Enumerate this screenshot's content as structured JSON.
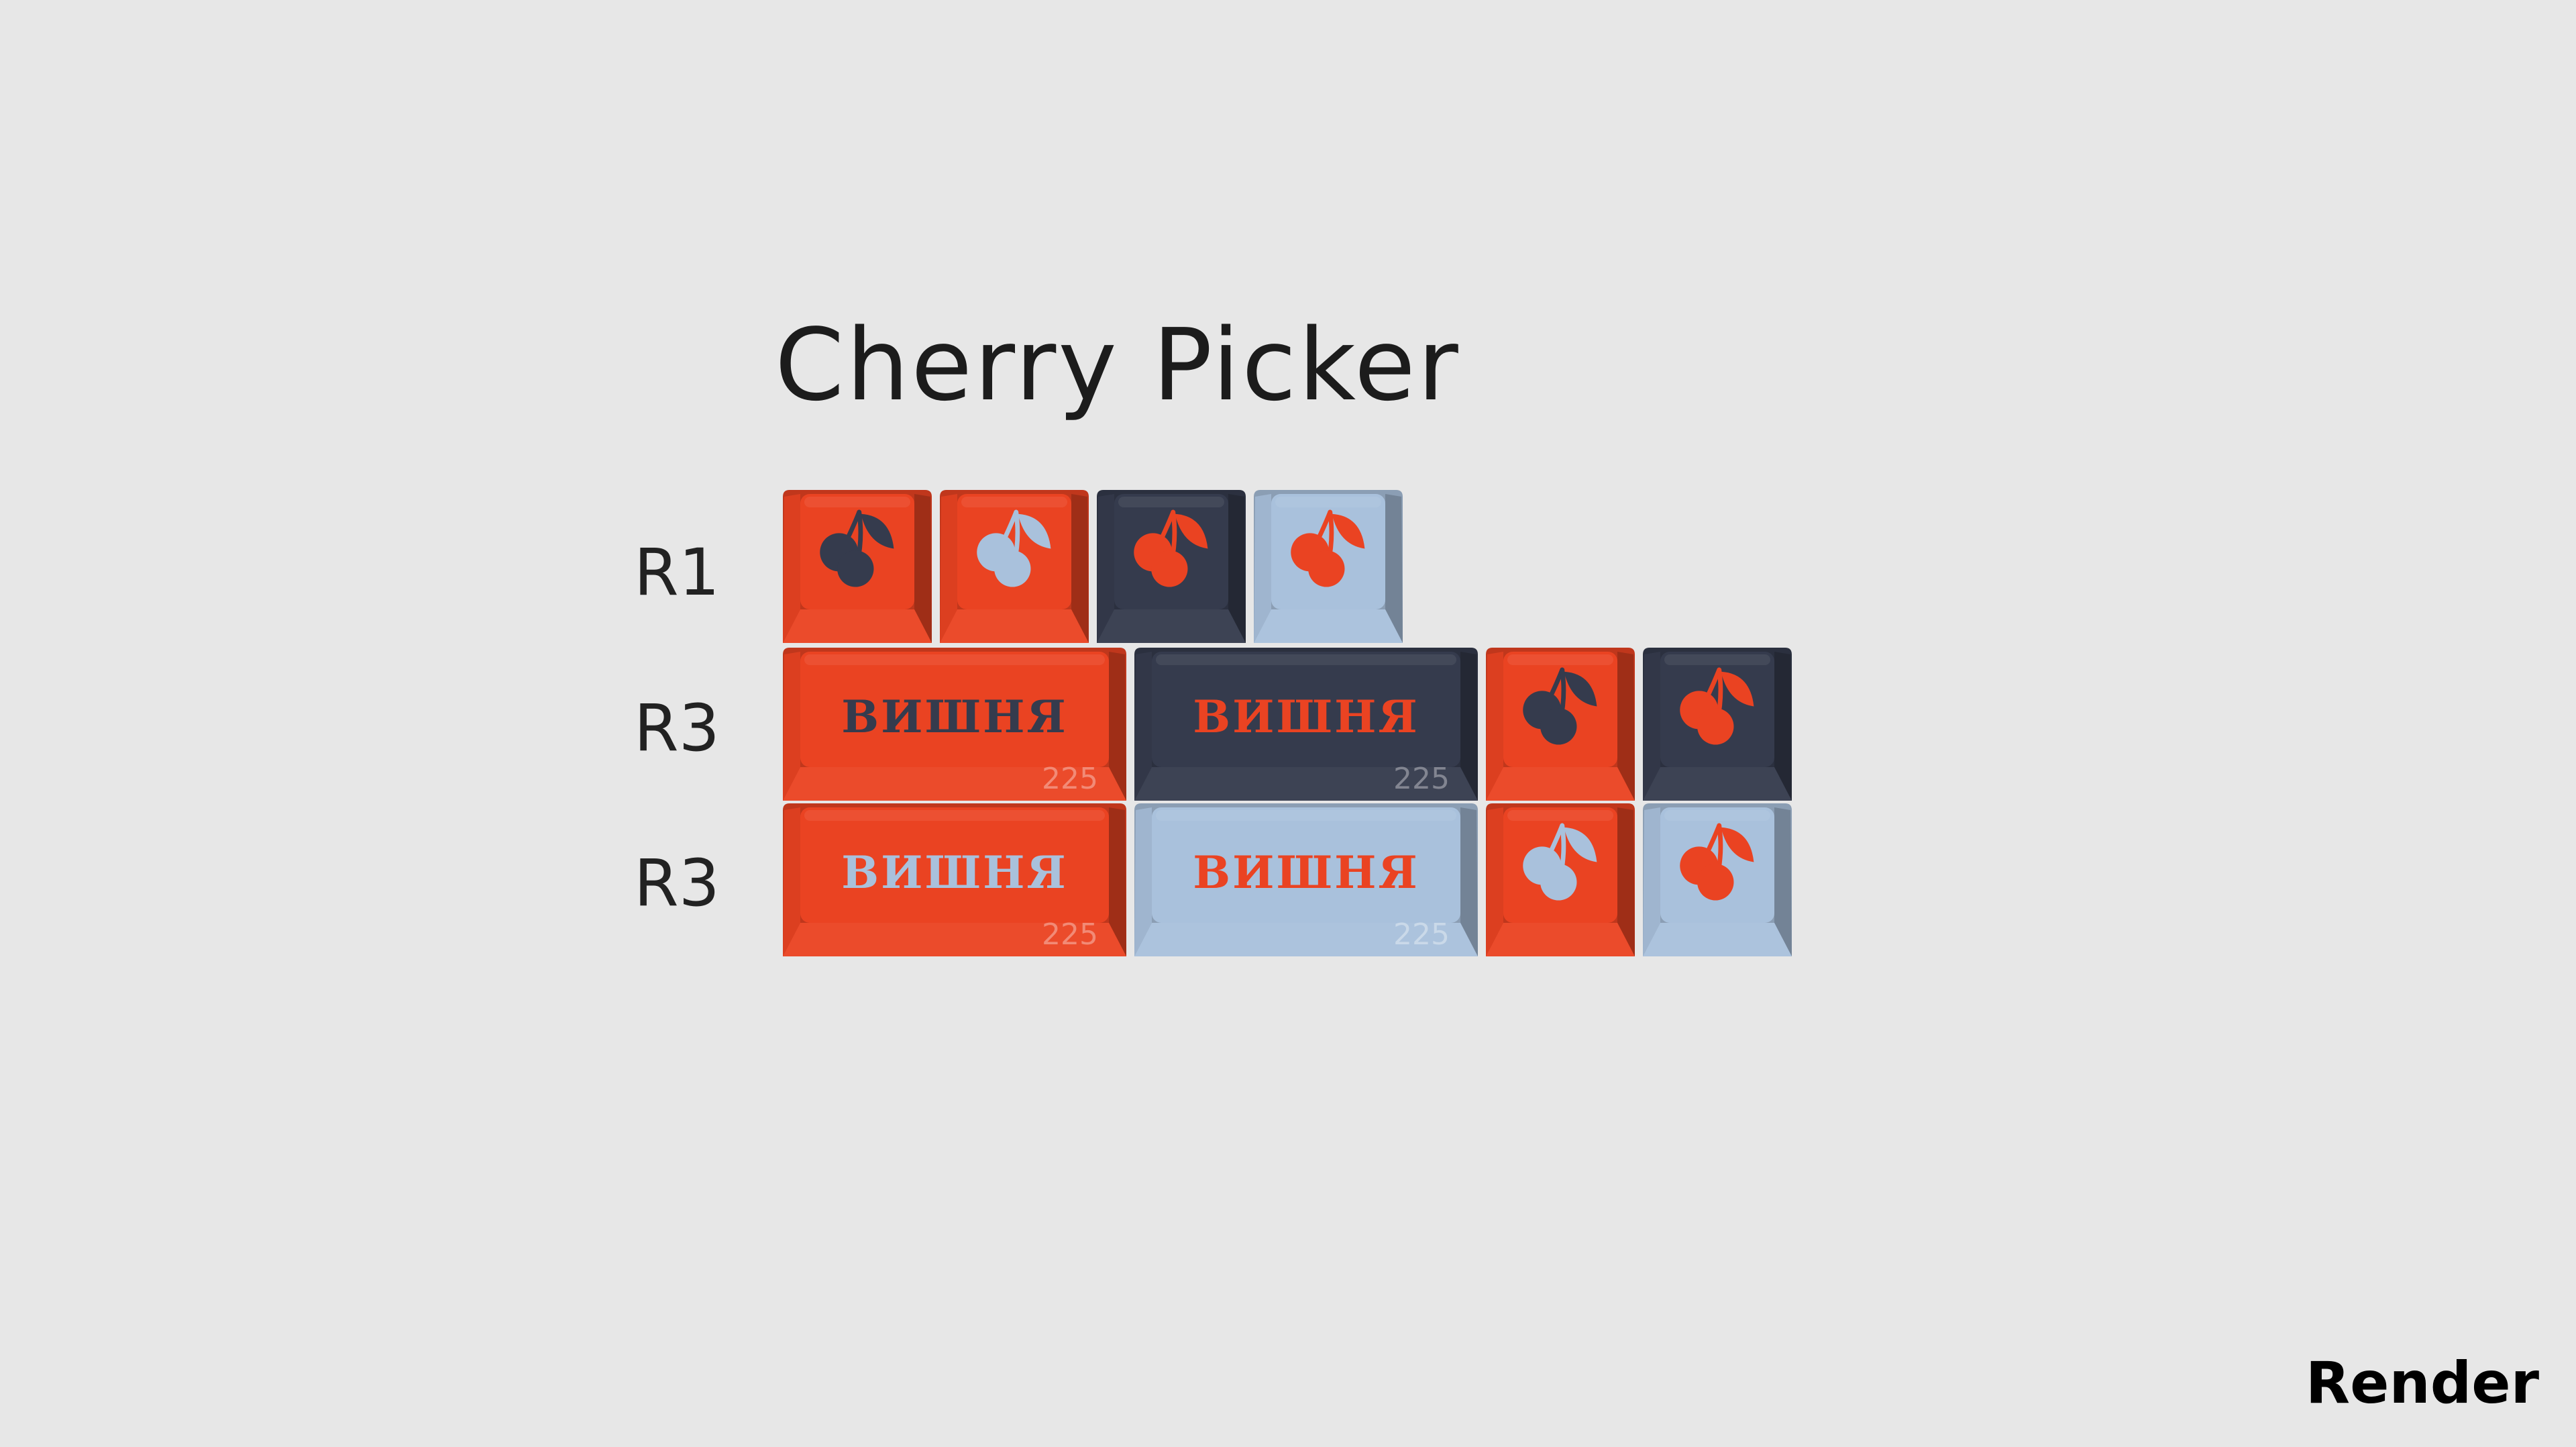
{
  "title": "Cherry Picker",
  "rows": [
    {
      "label": "R1",
      "keys": [
        {
          "type": "cherry",
          "size": "1u",
          "body": "#ea4322",
          "legend": "#353b4d"
        },
        {
          "type": "cherry",
          "size": "1u",
          "body": "#ea4322",
          "legend": "#a9c1dc"
        },
        {
          "type": "cherry",
          "size": "1u",
          "body": "#353b4d",
          "legend": "#ea4322"
        },
        {
          "type": "cherry",
          "size": "1u",
          "body": "#a9c1dc",
          "legend": "#ea4322"
        }
      ]
    },
    {
      "label": "R3",
      "keys": [
        {
          "type": "text",
          "size": "2.25u",
          "body": "#ea4322",
          "legend": "#353b4d",
          "text": "ВИШНЯ",
          "size_label": "225"
        },
        {
          "type": "text",
          "size": "2.25u",
          "body": "#353b4d",
          "legend": "#ea4322",
          "text": "ВИШНЯ",
          "size_label": "225"
        },
        {
          "type": "cherry",
          "size": "1u",
          "body": "#ea4322",
          "legend": "#353b4d"
        },
        {
          "type": "cherry",
          "size": "1u",
          "body": "#353b4d",
          "legend": "#ea4322"
        }
      ]
    },
    {
      "label": "R3",
      "keys": [
        {
          "type": "text",
          "size": "2.25u",
          "body": "#ea4322",
          "legend": "#a9c1dc",
          "text": "ВИШНЯ",
          "size_label": "225"
        },
        {
          "type": "text",
          "size": "2.25u",
          "body": "#a9c1dc",
          "legend": "#ea4322",
          "text": "ВИШНЯ",
          "size_label": "225"
        },
        {
          "type": "cherry",
          "size": "1u",
          "body": "#ea4322",
          "legend": "#a9c1dc"
        },
        {
          "type": "cherry",
          "size": "1u",
          "body": "#a9c1dc",
          "legend": "#ea4322"
        }
      ]
    }
  ],
  "brand": "Render",
  "colors": {
    "background": "#e7e7e7",
    "orange": "#ea4322",
    "navy": "#353b4d",
    "light_blue": "#a9c1dc"
  }
}
